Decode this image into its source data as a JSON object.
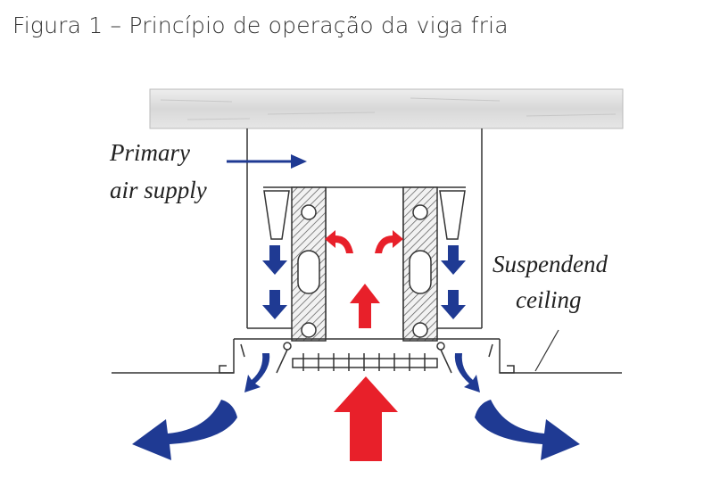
{
  "title": "Figura 1 – Princípio de operação da viga fria",
  "labels": {
    "primary_line1": "Primary",
    "primary_line2": "air supply",
    "suspended_line1": "Suspendend",
    "suspended_line2": "ceiling"
  },
  "colors": {
    "cool_air": "#1f3a93",
    "warm_air": "#e8202a",
    "line": "#333333",
    "slab": "#e3e3e3"
  }
}
